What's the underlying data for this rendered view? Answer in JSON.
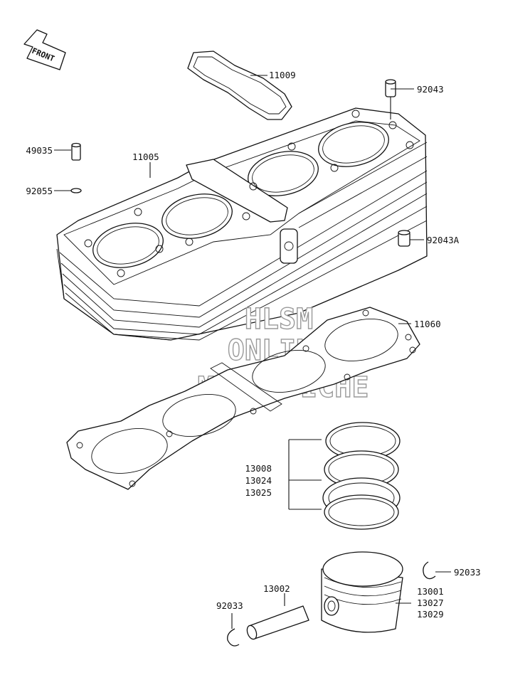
{
  "front_label": "FRONT",
  "parts": {
    "head_cover_gasket": "11009",
    "dowel_pin_top": "92043",
    "collar": "49035",
    "o_ring": "92055",
    "cylinder": "11005",
    "dowel_pin_side": "92043A",
    "base_gasket": "11060",
    "ring_top": "13008",
    "ring_second": "13024",
    "ring_oil": "13025",
    "circlip_right": "92033",
    "piston_pin": "13002",
    "circlip_left": "92033",
    "piston_a": "13001",
    "piston_b": "13027",
    "piston_c": "13029"
  },
  "watermark": {
    "line1": "HLSM",
    "line2": "ONLINE",
    "line3": "MICROFICHE"
  }
}
